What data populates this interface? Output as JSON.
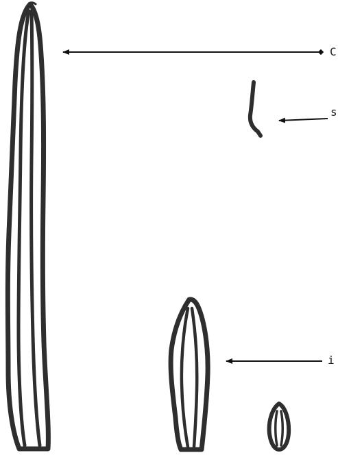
{
  "labels": {
    "top": "C",
    "middle": "s",
    "bottom": "i"
  },
  "colors": {
    "ink": "#2e2e2e",
    "background": "#ffffff",
    "highlight": "#ffffff"
  }
}
